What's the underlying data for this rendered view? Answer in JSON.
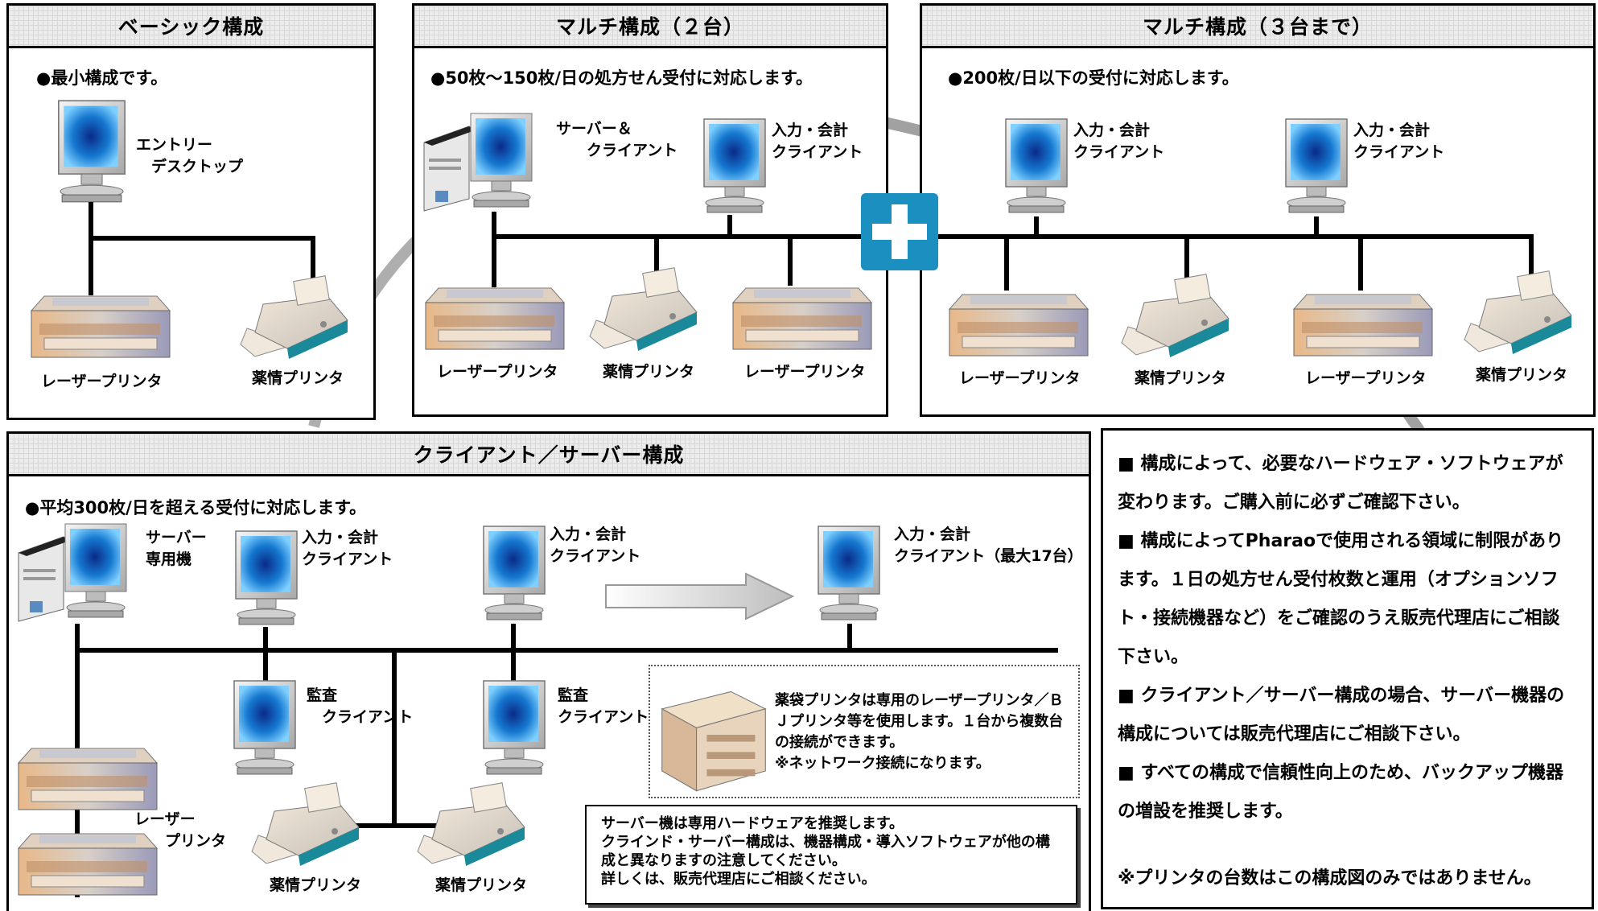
{
  "panels": {
    "basic": {
      "title": "ベーシック構成",
      "note": "●最小構成です。",
      "pc_label": "エントリー\n　デスクトップ",
      "laser_label": "レーザープリンタ",
      "yakujo_label": "薬情プリンタ"
    },
    "multi2": {
      "title": "マルチ構成（２台）",
      "note": "●50枚～150枚/日の処方せん受付に対応します。",
      "server_label": "サーバー＆\n　　クライアント",
      "client_label": "入力・会計\nクライアント",
      "printer_labels": [
        "レーザープリンタ",
        "薬情プリンタ",
        "レーザープリンタ"
      ]
    },
    "multi3": {
      "title": "マルチ構成（３台まで）",
      "note": "●200枚/日以下の受付に対応します。",
      "client_labels": [
        "入力・会計\nクライアント",
        "入力・会計\nクライアント"
      ],
      "printer_labels": [
        "レーザープリンタ",
        "薬情プリンタ",
        "レーザープリンタ",
        "薬情プリンタ"
      ]
    },
    "cs": {
      "title": "クライアント／サーバー構成",
      "note": "●平均300枚/日を超える受付に対応します。",
      "server_label": "サーバー\n専用機",
      "client_labels": [
        "入力・会計\nクライアント",
        "入力・会計\nクライアント",
        "入力・会計\nクライアント（最大17台）"
      ],
      "audit_labels": [
        "監査\n　クライアント",
        "監査\nクライアント"
      ],
      "laser_label": "レーザー\n　　プリンタ",
      "yakujo_labels": [
        "薬情プリンタ",
        "薬情プリンタ"
      ],
      "info_box": "薬袋プリンタは専用のレーザープリンタ／ＢＪプリンタ等を使用します。１台から複数台の接続ができます。\n※ネットワーク接続になります。",
      "server_note": [
        "サーバー機は専用ハードウェアを推奨します。",
        "クラインド・サーバー構成は、機器構成・導入ソフトウェアが他の構成と異なりますの注意してください。",
        "詳しくは、販売代理店にご相談ください。"
      ]
    }
  },
  "notes": {
    "items": [
      "■ 構成によって、必要なハードウェア・ソフトウェアが変わります。ご購入前に必ずご確認下さい。",
      "■ 構成によってPharaoで使用される領域に制限があります。１日の処方せん受付枚数と運用（オプションソフト・接続機器など）をご確認のうえ販売代理店にご相談下さい。",
      "■ クライアント／サーバー構成の場合、サーバー機器の構成については販売代理店にご相談下さい。",
      "■ すべての構成で信頼性向上のため、バックアップ機器の増設を推奨します。"
    ],
    "footnote": "※プリンタの台数はこの構成図のみではありません。"
  },
  "colors": {
    "accent": "#1a8fc0",
    "screen": "#1570c8"
  }
}
